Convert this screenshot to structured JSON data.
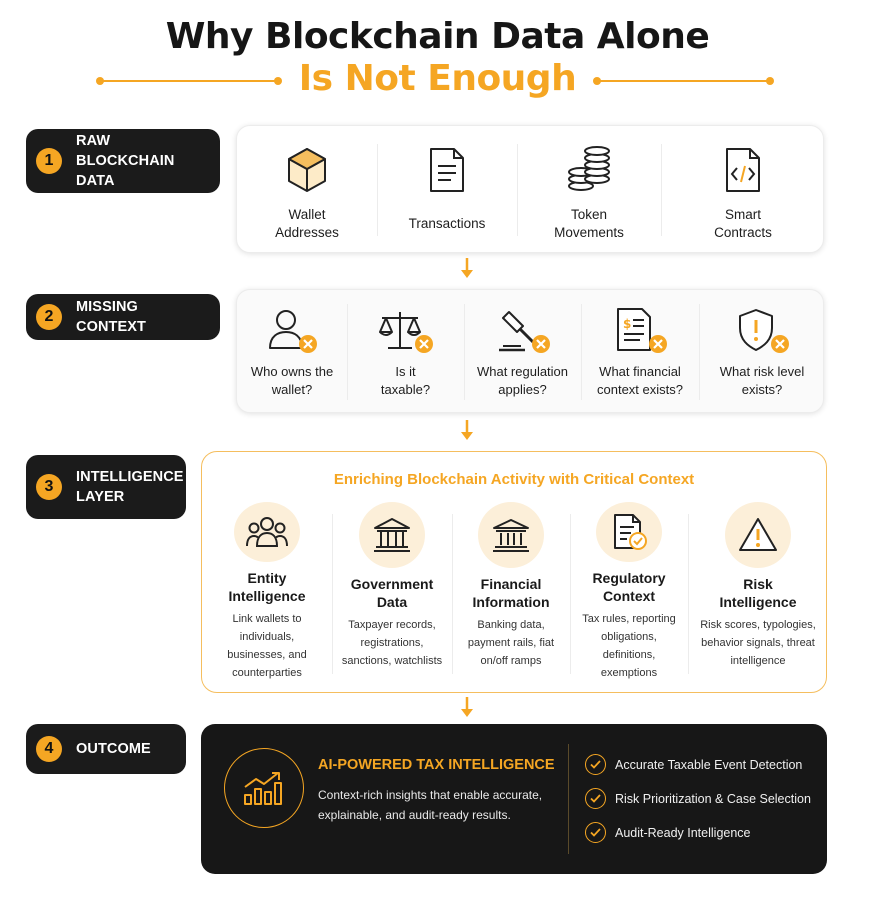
{
  "title": {
    "line1": "Why Blockchain Data Alone",
    "line2": "Is Not Enough"
  },
  "colors": {
    "accent": "#F5A623",
    "dark": "#1b1b1b",
    "alert": "#F5A623"
  },
  "steps": [
    {
      "number": "1",
      "label": "RAW BLOCKCHAIN DATA"
    },
    {
      "number": "2",
      "label": "MISSING CONTEXT"
    },
    {
      "number": "3",
      "label": "INTELLIGENCE LAYER"
    },
    {
      "number": "4",
      "label": "OUTCOME"
    }
  ],
  "raw_data": [
    {
      "icon": "cube-icon",
      "label": "Wallet Addresses"
    },
    {
      "icon": "document-icon",
      "label": "Transactions"
    },
    {
      "icon": "coins-icon",
      "label": "Token Movements"
    },
    {
      "icon": "code-file-icon",
      "label": "Smart Contracts"
    }
  ],
  "missing_context": [
    {
      "icon": "person-icon",
      "label": "Who owns the wallet?"
    },
    {
      "icon": "scales-icon",
      "label": "Is it taxable?"
    },
    {
      "icon": "gavel-icon",
      "label": "What regulation applies?"
    },
    {
      "icon": "invoice-icon",
      "label": "What financial context exists?"
    },
    {
      "icon": "shield-alert-icon",
      "label": "What risk level exists?"
    }
  ],
  "intelligence": {
    "heading": "Enriching Blockchain Activity with Critical Context",
    "items": [
      {
        "icon": "group-icon",
        "title": "Entity Intelligence",
        "desc": "Link wallets to individuals, businesses, and counterparties"
      },
      {
        "icon": "government-building-icon",
        "title": "Government Data",
        "desc": "Taxpayer records, registrations, sanctions, watchlists"
      },
      {
        "icon": "bank-icon",
        "title": "Financial Information",
        "desc": "Banking data, payment rails, fiat on/off ramps"
      },
      {
        "icon": "document-check-icon",
        "title": "Regulatory Context",
        "desc": "Tax rules, reporting obligations, definitions, exemptions"
      },
      {
        "icon": "warning-triangle-icon",
        "title": "Risk Intelligence",
        "desc": "Risk scores, typologies, behavior signals, threat intelligence"
      }
    ]
  },
  "outcome": {
    "icon": "growth-chart-icon",
    "title": "AI-POWERED TAX INTELLIGENCE",
    "desc": "Context-rich insights that enable accurate, explainable, and audit-ready results.",
    "checklist": [
      "Accurate Taxable Event Detection",
      "Risk Prioritization & Case Selection",
      "Audit-Ready Intelligence"
    ]
  }
}
